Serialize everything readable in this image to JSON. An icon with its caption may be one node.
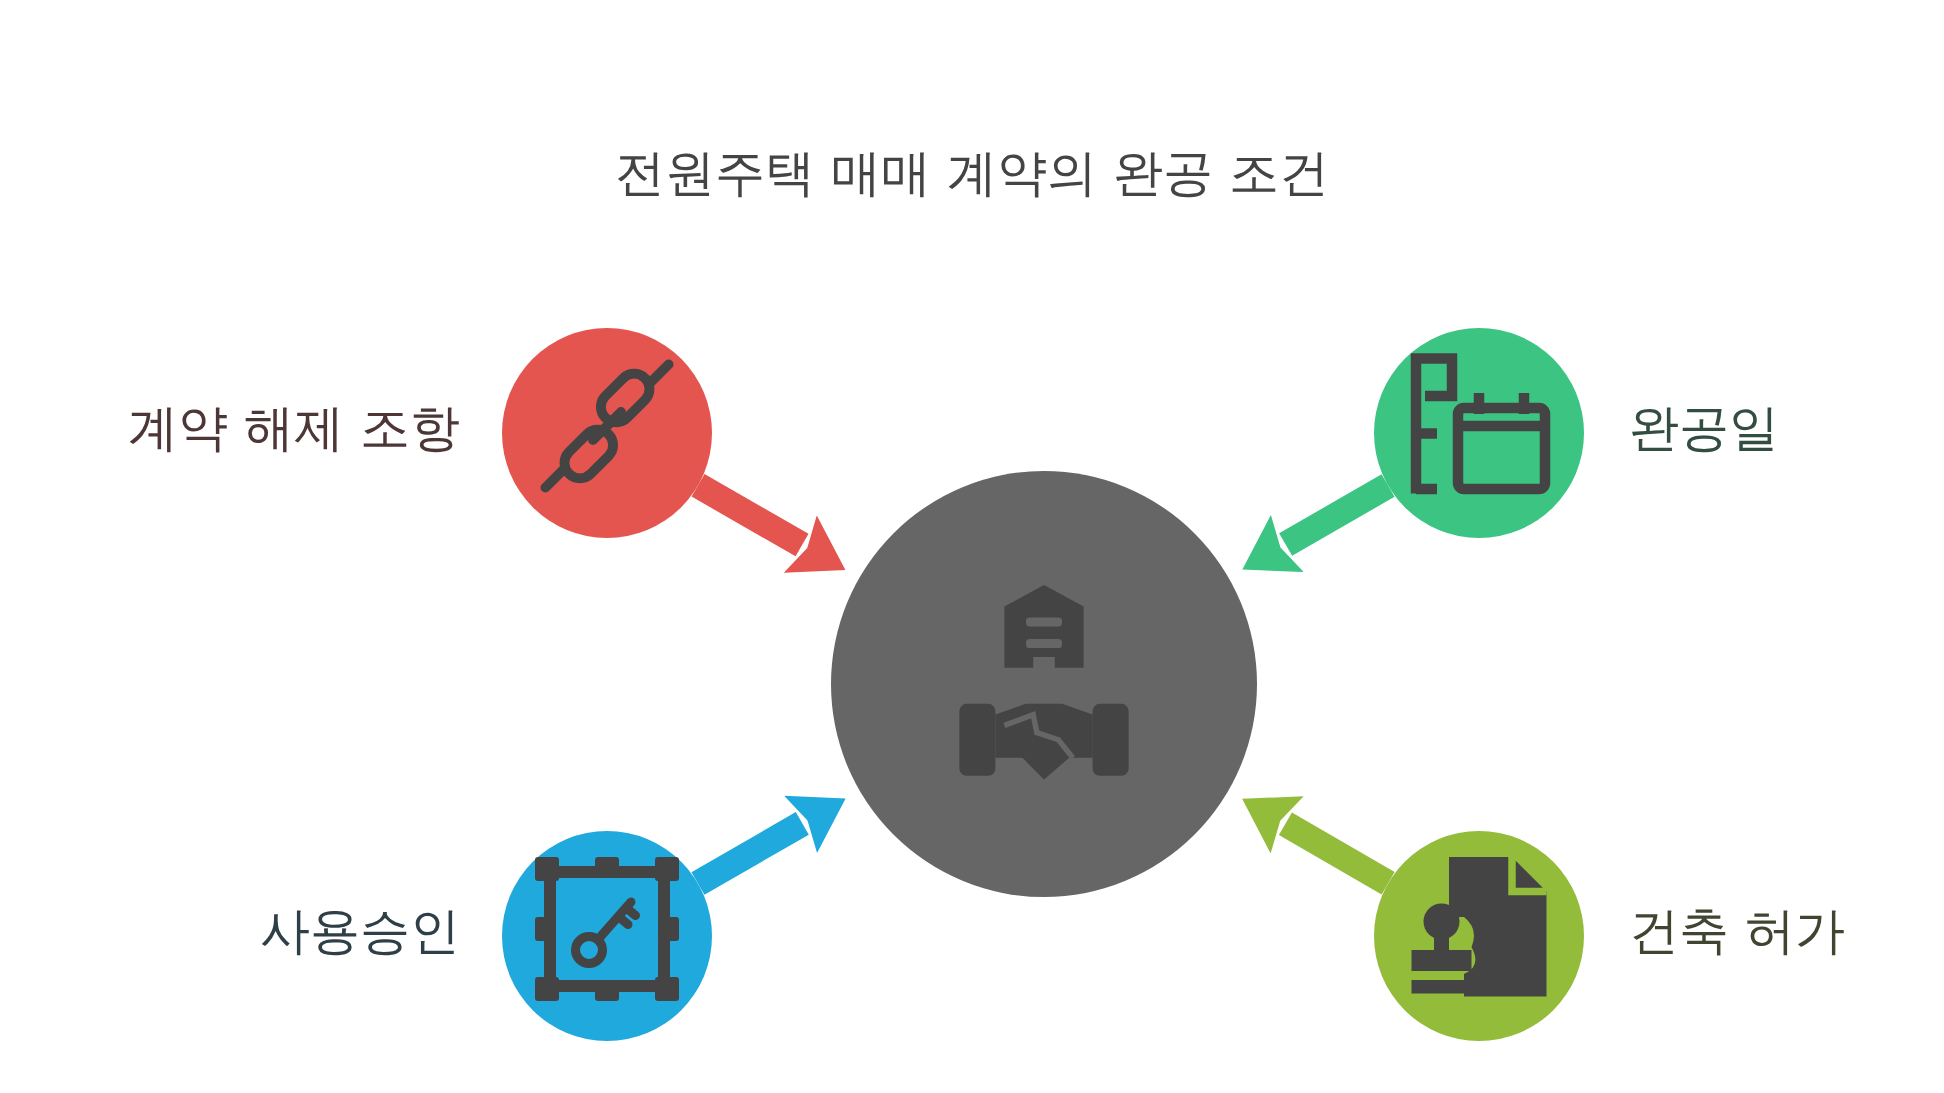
{
  "diagram": {
    "title": "전원주택 매매 계약의 완공 조건",
    "nodes": [
      {
        "text": [],
        "shape": "circle"
      },
      {
        "text": [],
        "shape": "circle",
        "beside": [
          "계약 해제 조항"
        ]
      },
      {
        "text": [],
        "shape": "circle",
        "beside": [
          "완공일"
        ]
      },
      {
        "text": [],
        "shape": "circle",
        "beside": [
          "사용승인"
        ]
      },
      {
        "text": [],
        "shape": "circle",
        "beside": [
          "건축 허가"
        ]
      }
    ],
    "edges": [
      {
        "from": 1,
        "to": 0,
        "arrow": "to",
        "color": "#e5554f"
      },
      {
        "from": 2,
        "to": 0,
        "arrow": "to",
        "color": "#3cc483"
      },
      {
        "from": 3,
        "to": 0,
        "arrow": "to",
        "color": "#20a9dc"
      },
      {
        "from": 4,
        "to": 0,
        "arrow": "to",
        "color": "#92bc3a"
      }
    ]
  }
}
